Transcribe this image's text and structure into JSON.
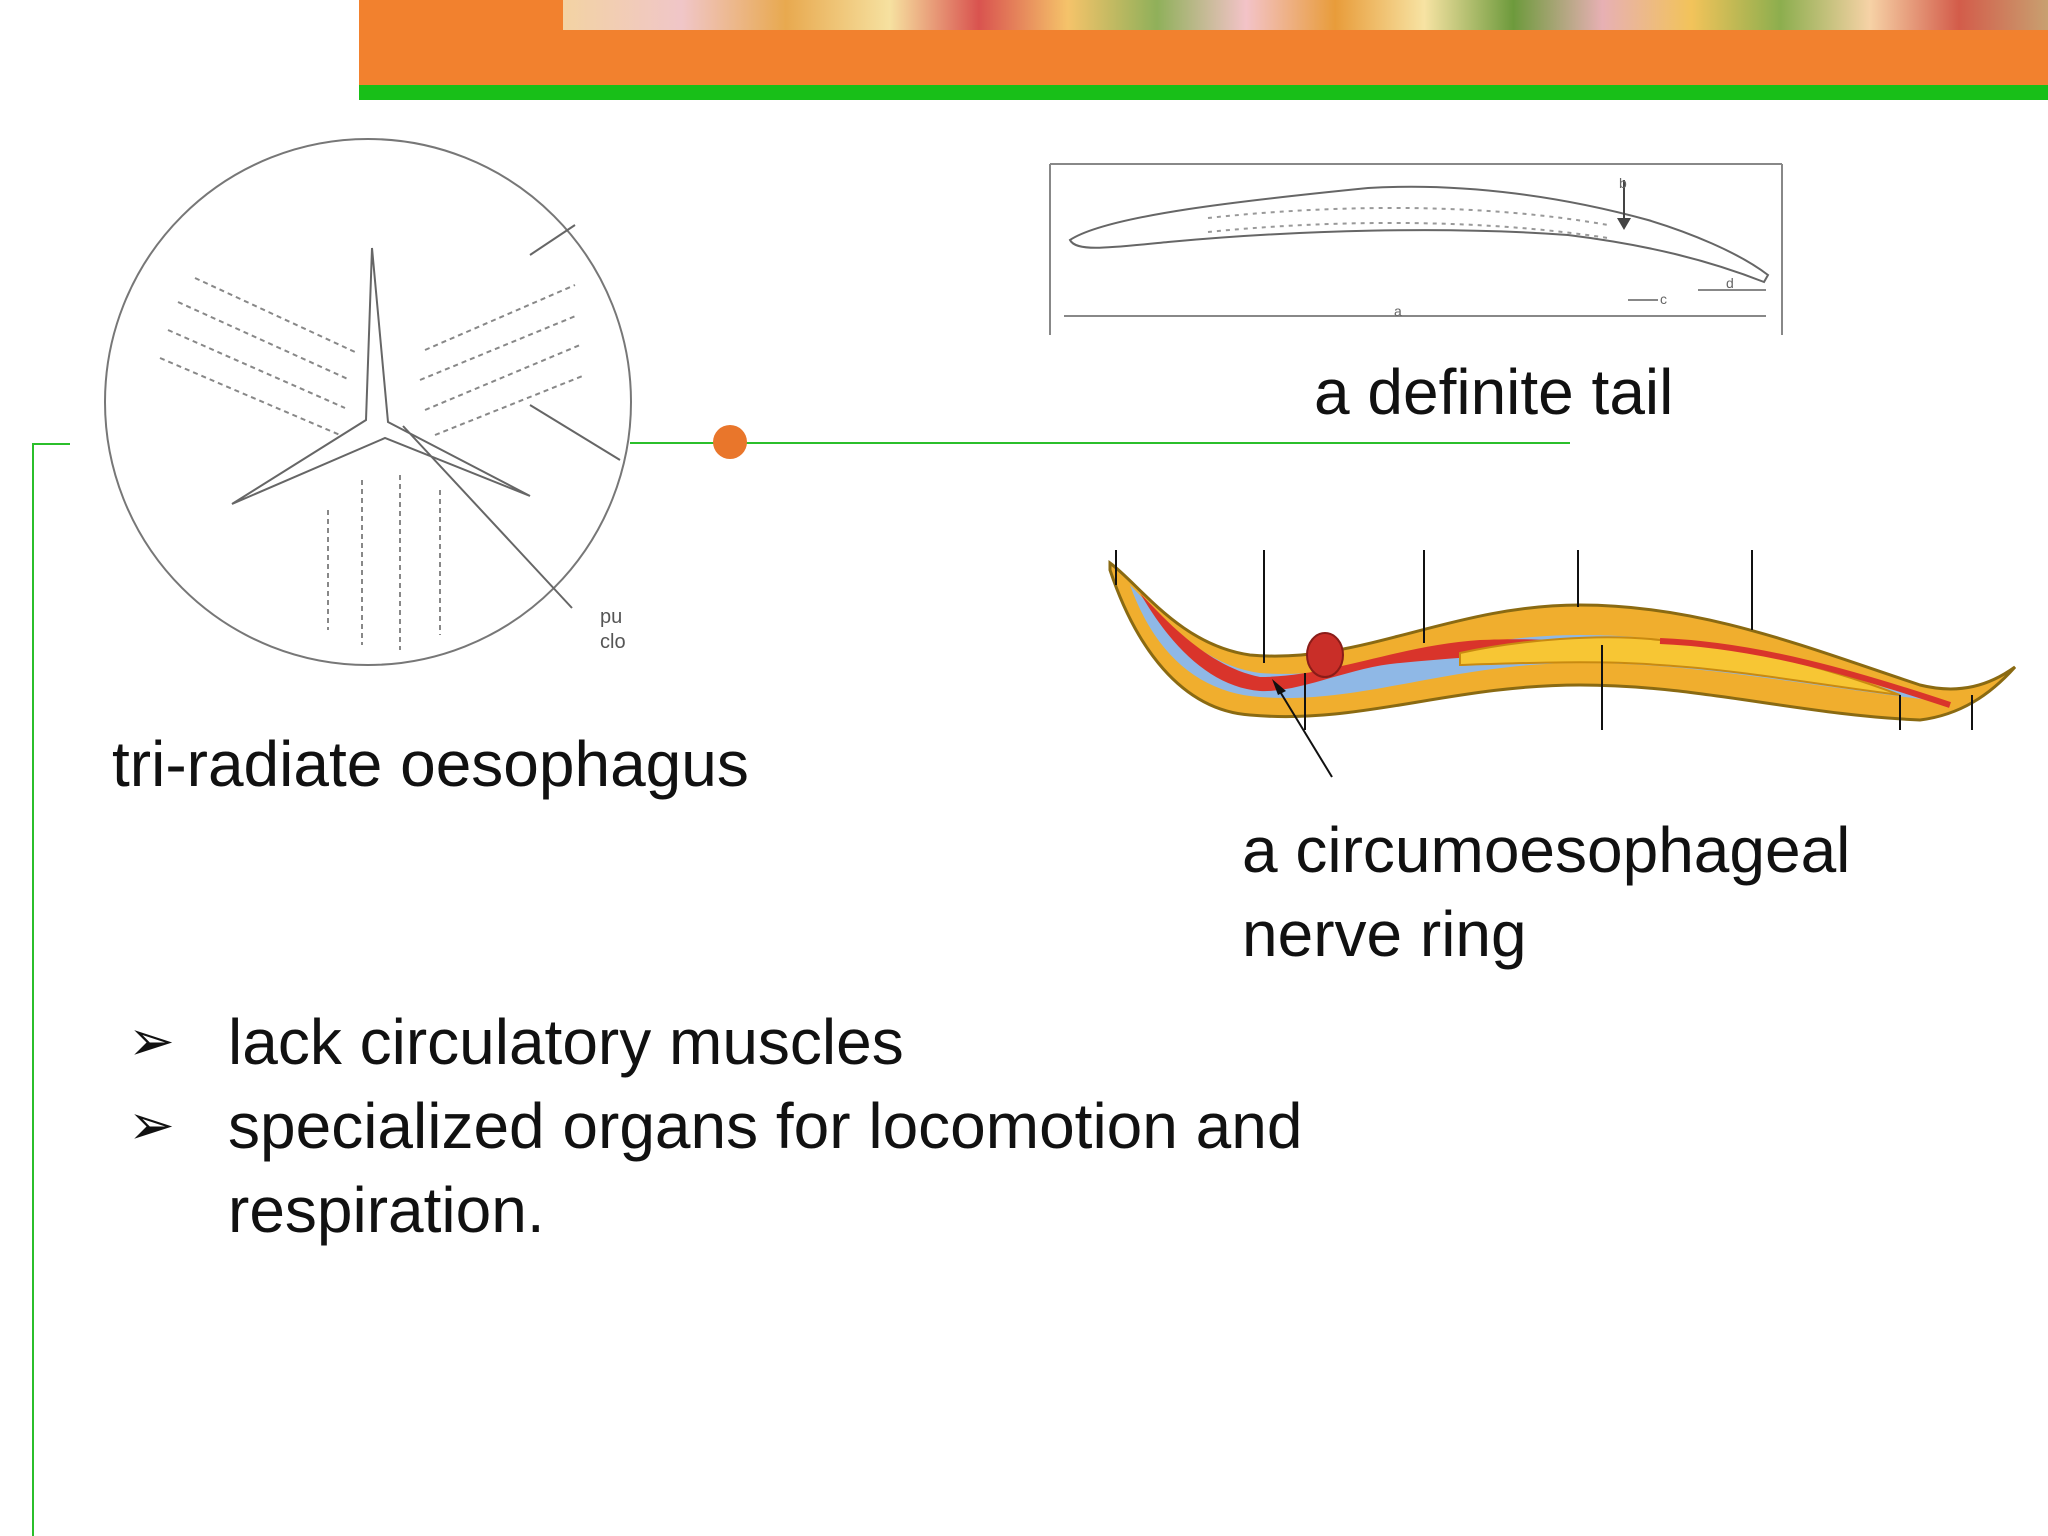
{
  "labels": {
    "tail": "a definite tail",
    "oesophagus": "tri-radiate oesophagus",
    "nerve_ring_line1": "a circumoesophageal",
    "nerve_ring_line2": "nerve ring"
  },
  "diagram_text": {
    "cross_section_1": "pu",
    "cross_section_2": "clo",
    "tail_b": "b",
    "tail_a": "a",
    "tail_c": "c",
    "tail_d": "d"
  },
  "bullets": [
    {
      "marker": "➢",
      "text": "lack circulatory muscles"
    },
    {
      "marker": "➢",
      "text": "specialized organs for locomotion and"
    },
    {
      "marker": "",
      "text": "respiration."
    }
  ],
  "colors": {
    "header_orange": "#f2812e",
    "header_green": "#18bf18",
    "rule_green": "#2bbf2b",
    "accent_dot": "#e9762b"
  }
}
